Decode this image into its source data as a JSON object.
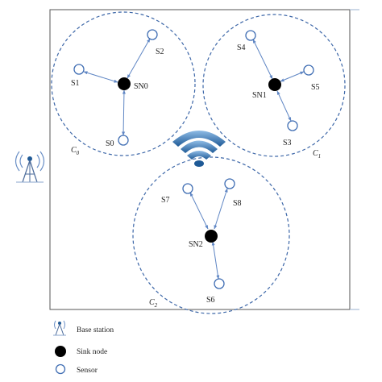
{
  "colors": {
    "cluster_border": "#3d67a8",
    "arrow": "#5f86c4",
    "sensor_stroke": "#3f6db3",
    "sink_fill": "#000000",
    "wifi_light": "#8fbce6",
    "wifi_dark": "#1f5a96",
    "frame": "#555555"
  },
  "clusters": [
    {
      "label_main": "C",
      "label_sub": "0"
    },
    {
      "label_main": "C",
      "label_sub": "1"
    },
    {
      "label_main": "C",
      "label_sub": "2"
    }
  ],
  "sink_nodes": [
    "SN0",
    "SN1",
    "SN2"
  ],
  "sensors": [
    "S0",
    "S1",
    "S2",
    "S3",
    "S4",
    "S5",
    "S6",
    "S7",
    "S8"
  ],
  "legend": {
    "base_station": "Base station",
    "sink_node": "Sink node",
    "sensor": "Sensor"
  },
  "icons": {
    "base_station": "antenna-tower-icon",
    "wireless": "wifi-signal-icon"
  }
}
